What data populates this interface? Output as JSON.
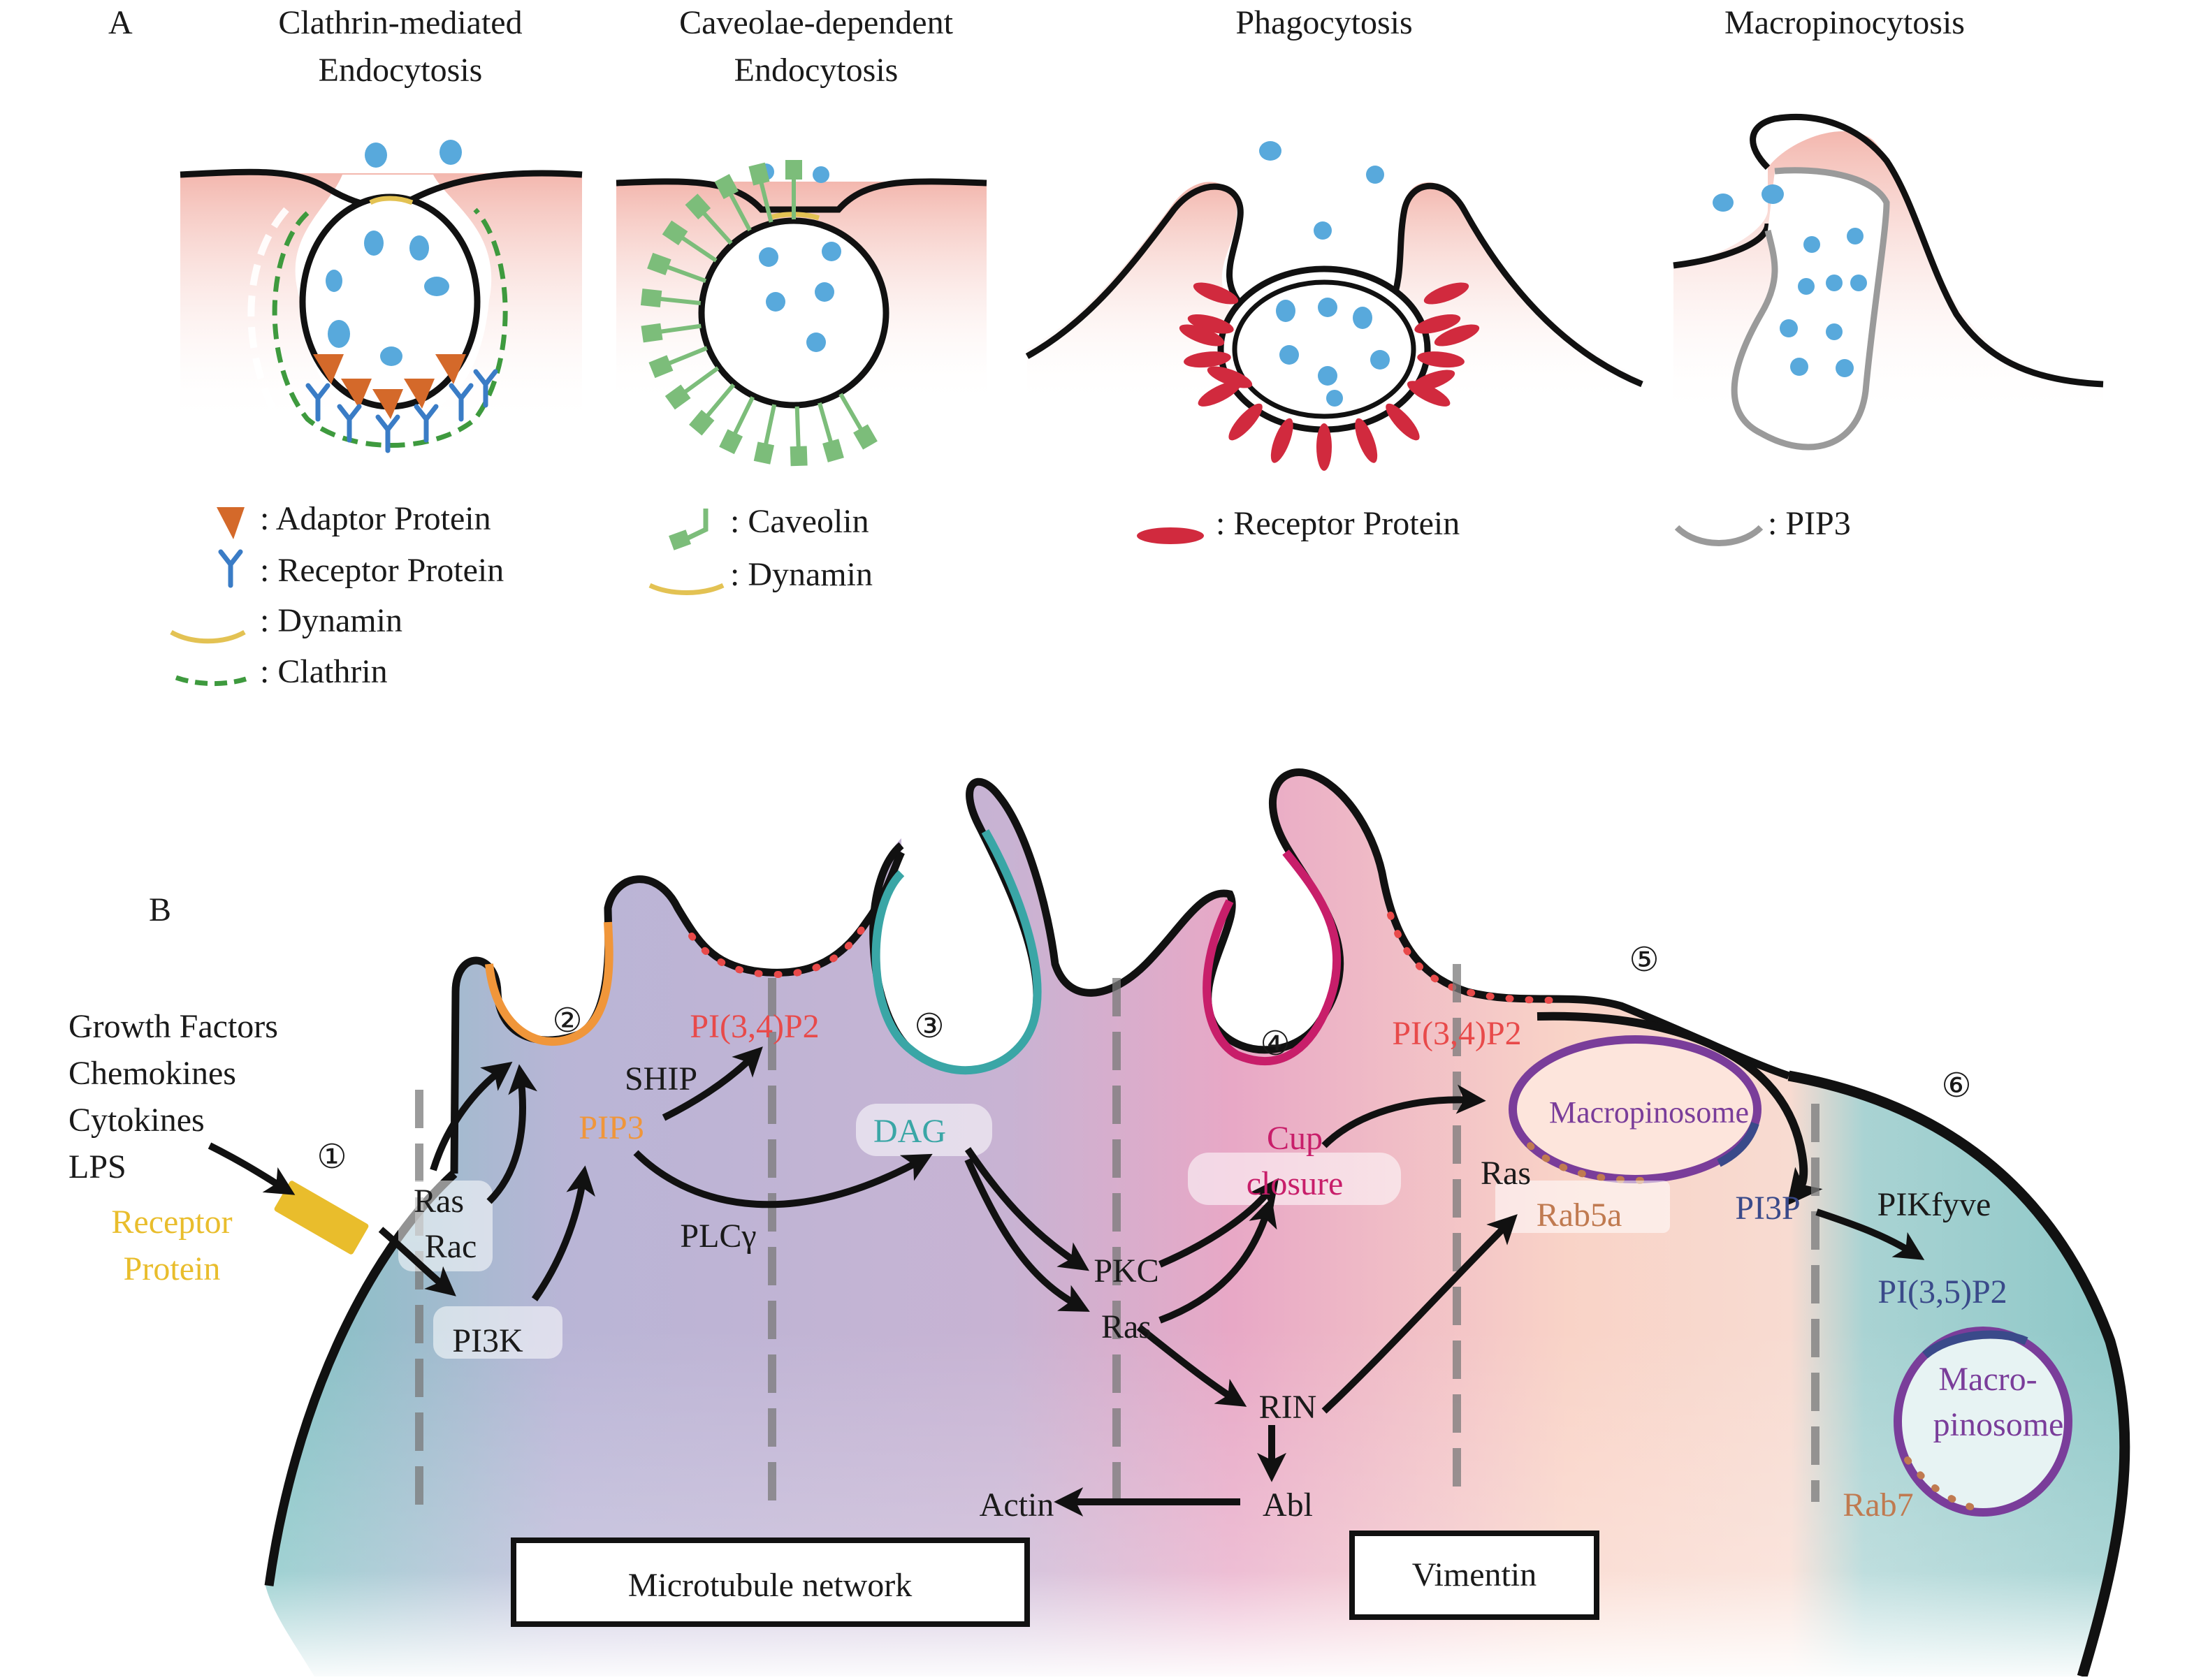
{
  "panel_a": {
    "label": "A",
    "titles": {
      "clathrin": [
        "Clathrin-mediated",
        "Endocytosis"
      ],
      "caveolae": [
        "Caveolae-dependent",
        "Endocytosis"
      ],
      "phago": "Phagocytosis",
      "macro": "Macropinocytosis"
    },
    "legends": {
      "adaptor": ": Adaptor Protein",
      "receptor": ": Receptor Protein",
      "dynamin": ": Dynamin",
      "clathrin": ": Clathrin",
      "caveolin": ": Caveolin",
      "dynamin2": ": Dynamin",
      "receptor_phago": ": Receptor Protein",
      "pip3": ": PIP3"
    }
  },
  "panel_b": {
    "label": "B",
    "stimuli": [
      "Growth Factors",
      "Chemokines",
      "Cytokines",
      "LPS"
    ],
    "receptor": [
      "Receptor",
      "Protein"
    ],
    "steps": [
      "①",
      "②",
      "③",
      "④",
      "⑤",
      "⑥"
    ],
    "labels": {
      "ras": "Ras",
      "rac": "Rac",
      "pi3k": "PI3K",
      "pip3": "PIP3",
      "ship": "SHIP",
      "pi34p2_a": "PI(3,4)P2",
      "plcg": "PLCγ",
      "dag": "DAG",
      "pkc": "PKC",
      "ras2": "Ras",
      "cup": "Cup",
      "closure": "closure",
      "rin": "RIN",
      "abl": "Abl",
      "actin": "Actin",
      "pi34p2_b": "PI(3,4)P2",
      "macropinosome": "Macropinosome",
      "ras3": "Ras",
      "rab5a": "Rab5a",
      "pi3p": "PI3P",
      "pikfyve": "PIKfyve",
      "pi35p2": "PI(3,5)P2",
      "macro2a": "Macro-",
      "macro2b": "pinosome",
      "rab7": "Rab7"
    },
    "boxes": {
      "microtubule": "Microtubule network",
      "vimentin": "Vimentin"
    }
  },
  "colors": {
    "pink_bg": "#f6c9c0",
    "blue_dot": "#58a9dc",
    "adaptor": "#d4692a",
    "receptor_y": "#3a7cc6",
    "dynamin": "#e3c253",
    "clathrin": "#3e9a3e",
    "caveolin": "#7cbd7a",
    "phago_receptor": "#d12a3e",
    "pip3_gray": "#9a9a9a",
    "orange": "#f0963a",
    "teal": "#3aa6a6",
    "magenta": "#c81e6a",
    "red_text": "#e84a4a",
    "purple": "#7a3d9a",
    "navy": "#3a4a8a",
    "receptor_yellow": "#e9bd2c",
    "rab_brown": "#c07a50"
  }
}
